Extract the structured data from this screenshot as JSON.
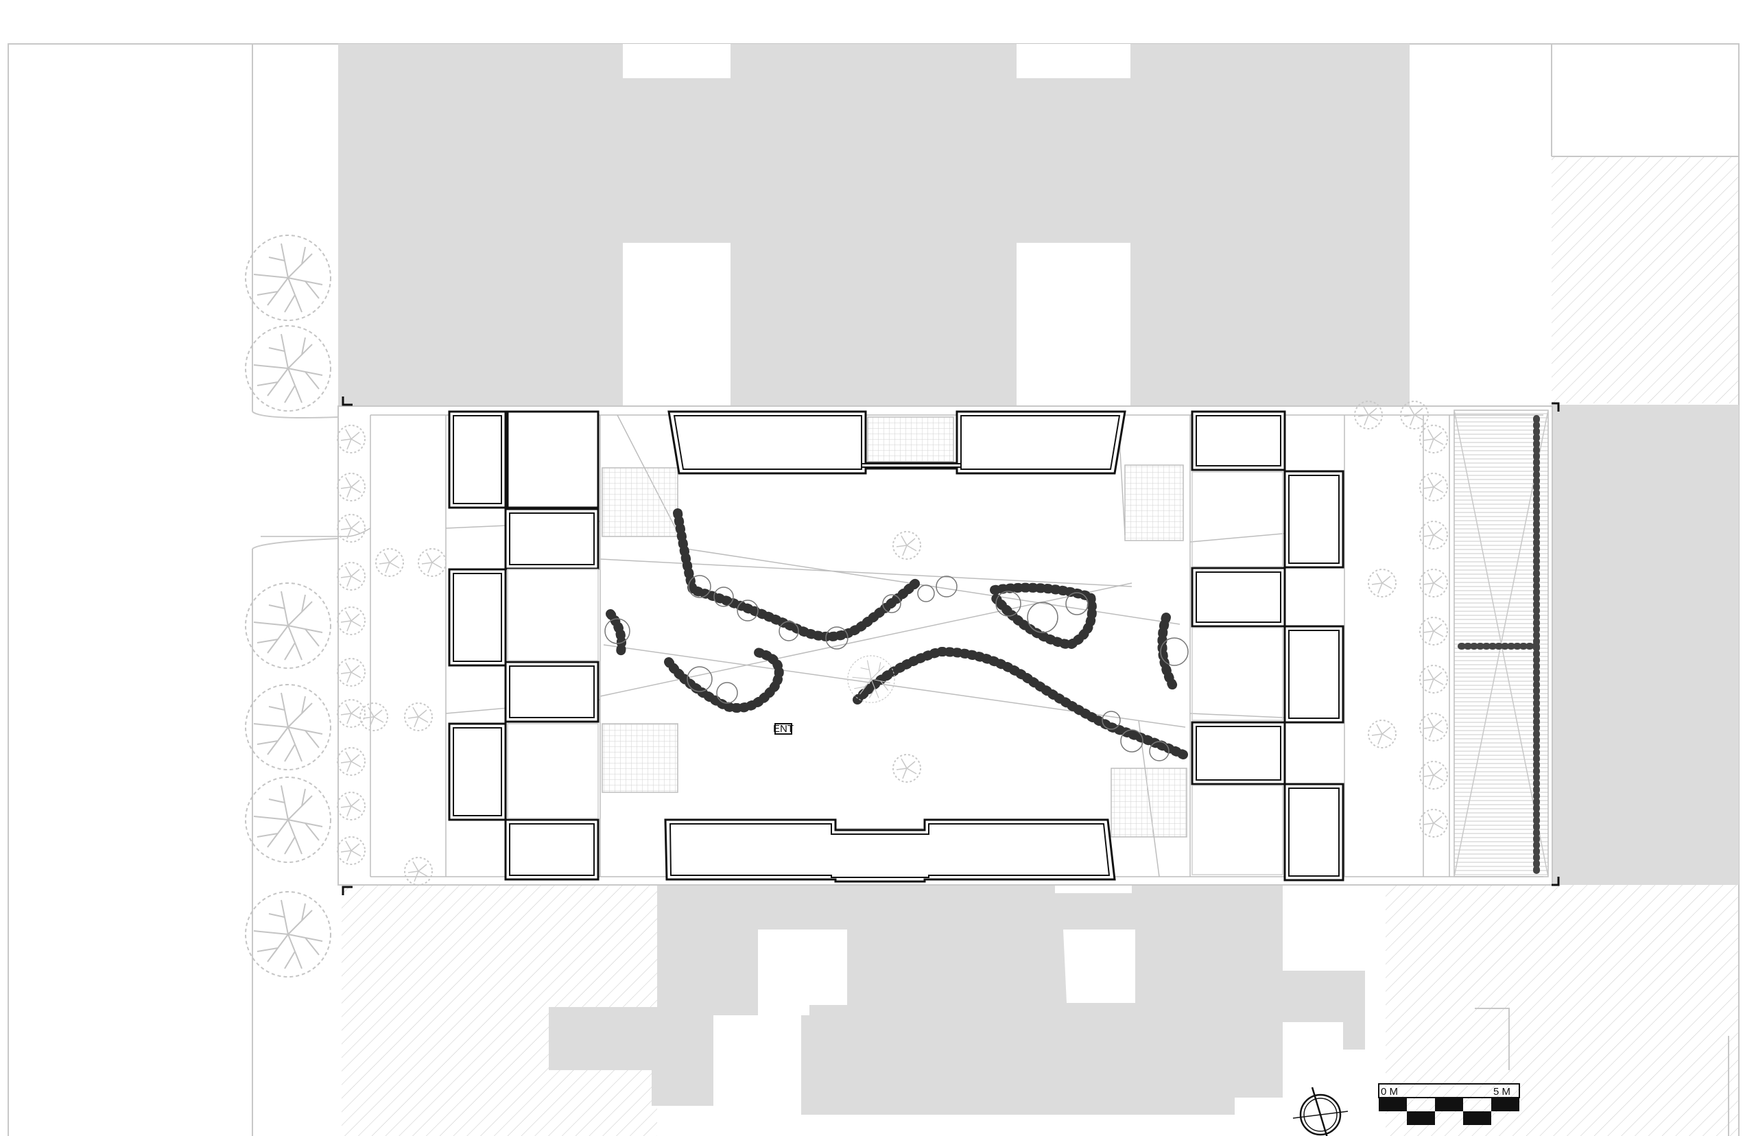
{
  "drawing": {
    "type": "architectural site plan",
    "labels": {
      "entry_tag": "ENT"
    },
    "scale_bar": {
      "start_label": "0 M",
      "end_label": "5 M",
      "segments": 5
    },
    "north_arrow": {
      "icon": "north-arrow-icon"
    },
    "colors": {
      "neighbor_buildings": "#dcdcdc",
      "ink": "#111111",
      "thin_lines": "#bdbdbd",
      "hatch": "#cfcfcf"
    }
  }
}
